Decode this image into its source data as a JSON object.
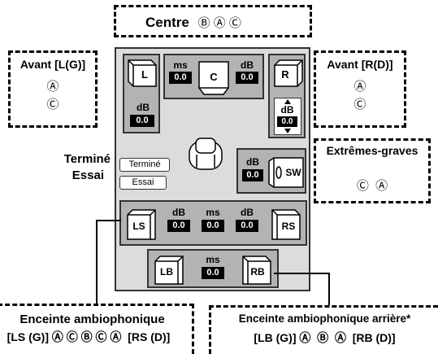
{
  "centre": {
    "label": "Centre",
    "symbols": "Ⓑ Ⓐ Ⓒ",
    "ms_label": "ms",
    "db_label": "dB",
    "ms_value": "0.0",
    "db_value": "0.0",
    "speaker": "C"
  },
  "front_left": {
    "title": "Avant [L(G)]",
    "sym1": "Ⓐ",
    "sym2": "Ⓒ",
    "speaker": "L",
    "db_label": "dB",
    "db_value": "0.0"
  },
  "front_right": {
    "title": "Avant [R(D)]",
    "sym1": "Ⓐ",
    "sym2": "Ⓒ",
    "speaker": "R",
    "db_label": "dB",
    "db_value": "0.0"
  },
  "subwoofer": {
    "title": "Extrêmes-graves",
    "symbols": "Ⓒ  Ⓐ",
    "speaker": "SW",
    "db_label": "dB",
    "db_value": "0.0"
  },
  "side_labels": {
    "done": "Terminé",
    "test": "Essai"
  },
  "buttons": {
    "done": "Terminé",
    "test": "Essai"
  },
  "surround": {
    "title": "Enceinte ambiophonique",
    "line2": "[LS (G)] Ⓐ Ⓒ Ⓑ Ⓒ Ⓐ  [RS (D)]",
    "left_speaker": "LS",
    "right_speaker": "RS",
    "db1_label": "dB",
    "ms_label": "ms",
    "db2_label": "dB",
    "db1_value": "0.0",
    "ms_value": "0.0",
    "db2_value": "0.0"
  },
  "surround_back": {
    "title": "Enceinte ambiophonique arrière*",
    "line2": "[LB (G)] Ⓐ  Ⓑ  Ⓐ  [RB (D)]",
    "left_speaker": "LB",
    "right_speaker": "RB",
    "ms_label": "ms",
    "ms_value": "0.0"
  }
}
